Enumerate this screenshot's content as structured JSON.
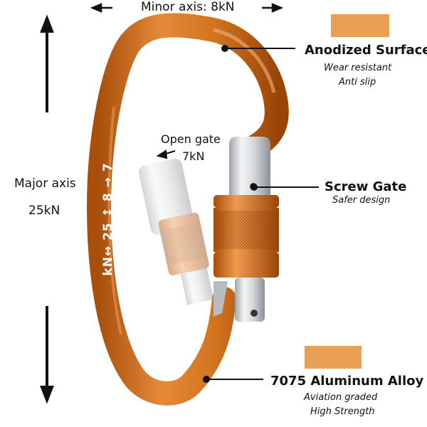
{
  "minor_axis": "Minor axis: 8kN",
  "major_axis_label": "Major axis",
  "major_axis_value": "25kN",
  "open_gate_label": "Open gate",
  "open_gate_value": "7kN",
  "engraving": "kN↔ 25 ↕ 8 → 7",
  "features": [
    {
      "title": "Anodized Surface",
      "lines": [
        "Wear resistant",
        "Anti slip"
      ]
    },
    {
      "title": "Screw Gate",
      "lines": [
        "Safer design"
      ]
    },
    {
      "title": "7075 Aluminum Alloy",
      "lines": [
        "Aviation graded",
        "High Strength"
      ]
    }
  ],
  "colors": {
    "carabiner_orange": "#d2741e",
    "swatch": "#e8a055",
    "gate_silver": "#cfd2d6"
  }
}
